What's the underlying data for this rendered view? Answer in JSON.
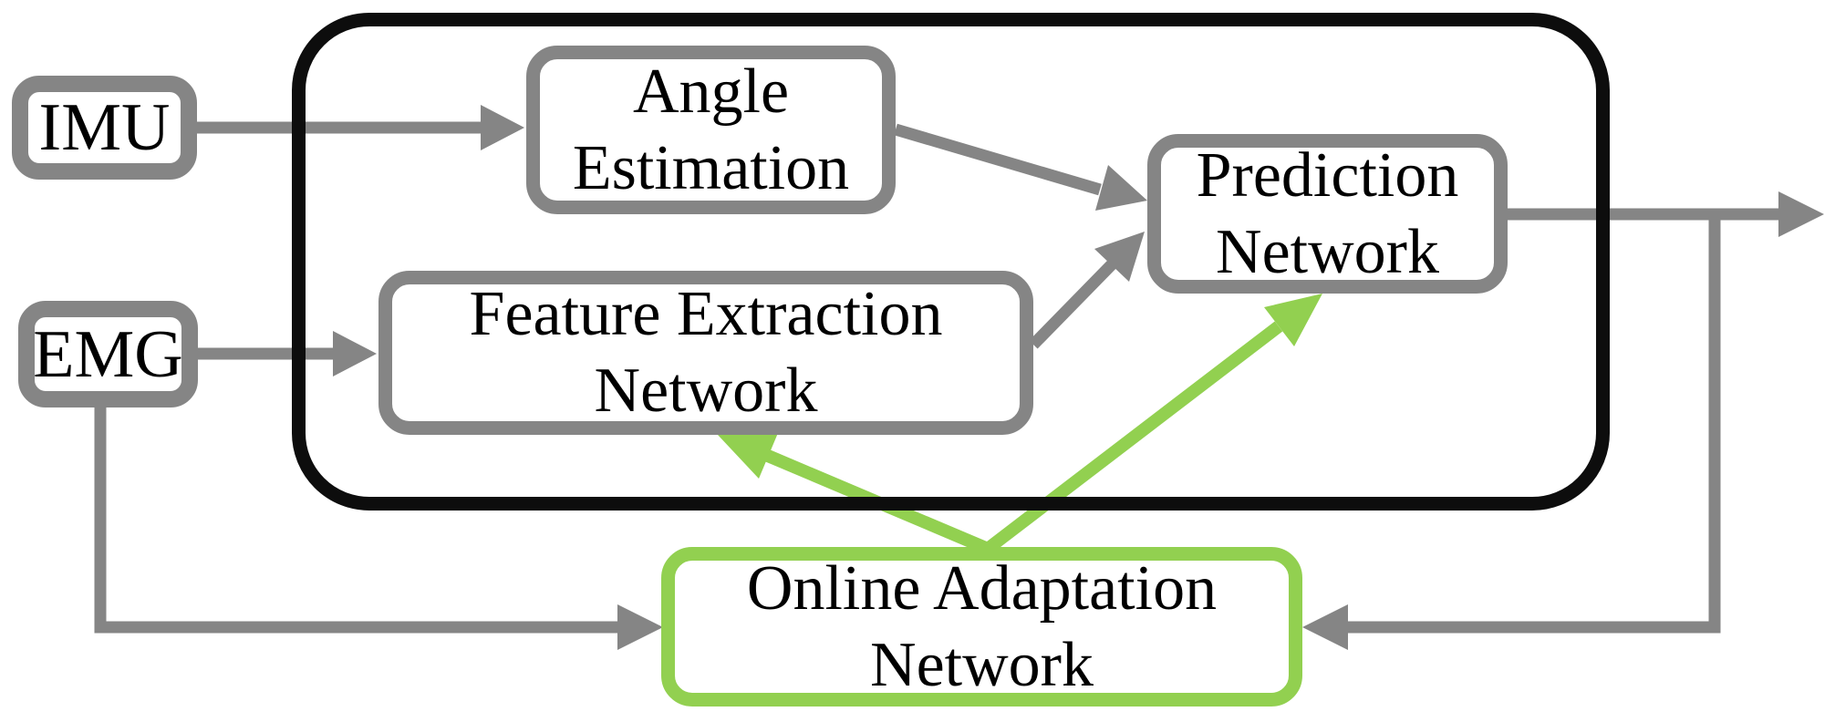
{
  "diagram": {
    "nodes": {
      "imu": {
        "label": "IMU"
      },
      "emg": {
        "label": "EMG"
      },
      "angle_estimation": {
        "lines": [
          "Angle",
          "Estimation"
        ]
      },
      "feature_extraction": {
        "lines": [
          "Feature Extraction",
          "Network"
        ]
      },
      "prediction": {
        "lines": [
          "Prediction",
          "Network"
        ]
      },
      "online_adaptation": {
        "lines": [
          "Online Adaptation",
          "Network"
        ]
      }
    },
    "edges": [
      {
        "from": "IMU",
        "to": "Angle Estimation",
        "style": "gray-arrow"
      },
      {
        "from": "EMG",
        "to": "Feature Extraction Network",
        "style": "gray-arrow"
      },
      {
        "from": "Angle Estimation",
        "to": "Prediction Network",
        "style": "gray-arrow"
      },
      {
        "from": "Feature Extraction Network",
        "to": "Prediction Network",
        "style": "gray-arrow"
      },
      {
        "from": "Prediction Network",
        "to": "output-right",
        "style": "gray-arrow"
      },
      {
        "from": "Prediction Network output",
        "to": "Online Adaptation Network",
        "style": "gray-arrow-feedback"
      },
      {
        "from": "EMG",
        "to": "Online Adaptation Network",
        "style": "gray-arrow"
      },
      {
        "from": "Online Adaptation Network",
        "to": "Feature Extraction Network",
        "style": "green-arrow"
      },
      {
        "from": "Online Adaptation Network",
        "to": "Prediction Network",
        "style": "green-arrow"
      }
    ],
    "colors": {
      "node_border": "#858585",
      "connector": "#858585",
      "container_border": "#0d0d0d",
      "adaptation_green": "#92d050",
      "text": "#000000",
      "background": "#ffffff"
    }
  }
}
